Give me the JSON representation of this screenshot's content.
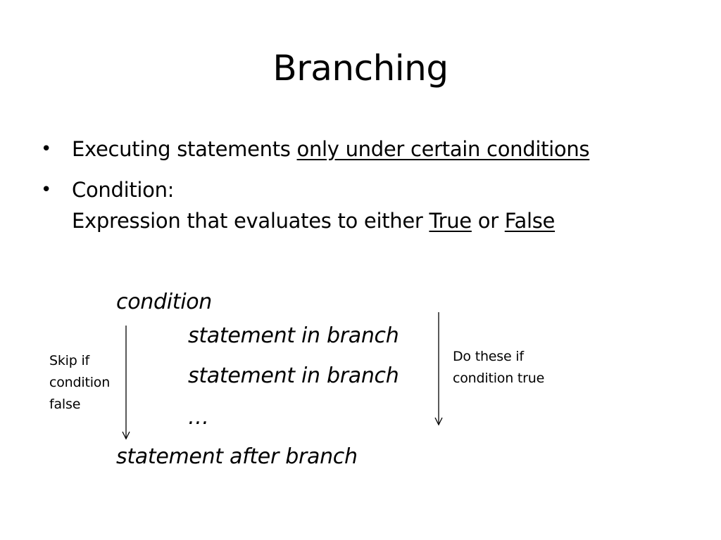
{
  "slide": {
    "title": "Branching",
    "bullets": {
      "b1_prefix": "Executing statements ",
      "b1_underlined": "only under certain conditions",
      "b2_line1": "Condition:",
      "b2_line2_prefix": "Expression that evaluates to either ",
      "b2_true": "True",
      "b2_or": " or ",
      "b2_false": "False"
    },
    "code": {
      "condition": "condition",
      "stmt1": "statement in branch",
      "stmt2": "statement in branch",
      "ellipsis": "…",
      "after": "statement after branch"
    },
    "notes": {
      "skip_l1": "Skip if",
      "skip_l2": "condition",
      "skip_l3": "false",
      "do_l1": "Do these if",
      "do_l2": "condition true"
    }
  }
}
